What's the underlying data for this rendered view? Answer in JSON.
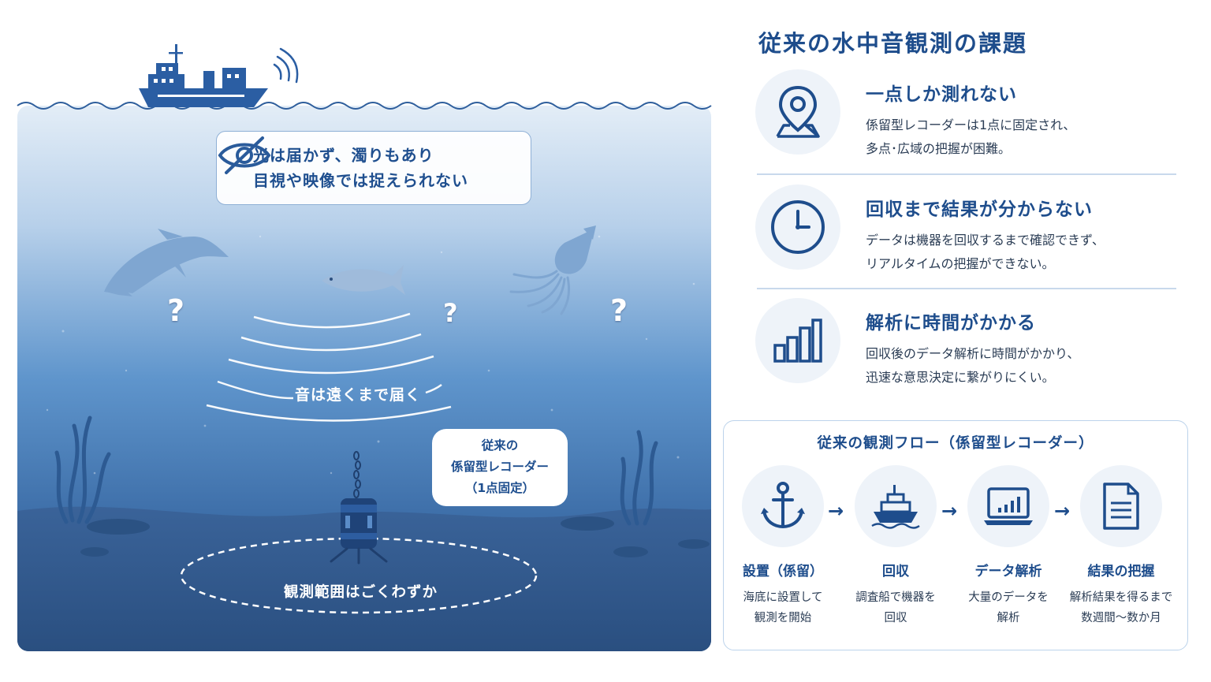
{
  "scene": {
    "callout_line1": "光は届かず、濁りもあり",
    "callout_line2": "目視や映像では捉えられない",
    "question_mark": "?",
    "sound_label": "音は遠くまで届く",
    "recorder_bubble_line1": "従来の",
    "recorder_bubble_line2": "係留型レコーダー",
    "recorder_bubble_line3": "（1点固定）",
    "range_label": "観測範囲はごくわずか"
  },
  "panel": {
    "title": "従来の水中音観測の課題",
    "issues": [
      {
        "icon": "map-pin-icon",
        "heading": "一点しか測れない",
        "line1": "係留型レコーダーは1点に固定され、",
        "line2": "多点･広域の把握が困難。"
      },
      {
        "icon": "clock-icon",
        "heading": "回収まで結果が分からない",
        "line1": "データは機器を回収するまで確認できず、",
        "line2": "リアルタイムの把握ができない。"
      },
      {
        "icon": "bar-chart-icon",
        "heading": "解析に時間がかかる",
        "line1": "回収後のデータ解析に時間がかかり、",
        "line2": "迅速な意思決定に繋がりにくい。"
      }
    ]
  },
  "flow": {
    "title": "従来の観測フロー（係留型レコーダー）",
    "arrow": "→",
    "steps": [
      {
        "icon": "anchor-icon",
        "label": "設置（係留）",
        "line1": "海底に設置して",
        "line2": "観測を開始"
      },
      {
        "icon": "ship-icon",
        "label": "回収",
        "line1": "調査船で機器を",
        "line2": "回収"
      },
      {
        "icon": "laptop-chart-icon",
        "label": "データ解析",
        "line1": "大量のデータを",
        "line2": "解析"
      },
      {
        "icon": "document-icon",
        "label": "結果の把握",
        "line1": "解析結果を得るまで",
        "line2": "数週間〜数か月"
      }
    ]
  },
  "colors": {
    "accent": "#1e4d8c",
    "water_top": "#dce8f4",
    "water_mid": "#4d86c2",
    "seabed": "#2f5687",
    "icon_circle": "#eef3f9"
  }
}
